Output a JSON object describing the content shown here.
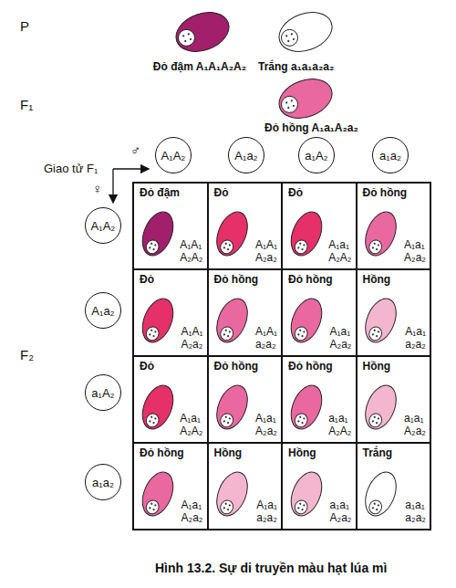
{
  "diagram": {
    "caption": "Hình 13.2. Sự di truyền màu hạt lúa mì",
    "nodes": [
      {
        "text": [
          "A₁A₂"
        ]
      },
      {
        "text": [
          "A₁a₂"
        ]
      },
      {
        "text": [
          "a₁A₂"
        ]
      },
      {
        "text": [
          "a₁a₂"
        ]
      },
      {
        "text": [
          "A₁A₂"
        ]
      },
      {
        "text": [
          "A₁a₂"
        ]
      },
      {
        "text": [
          "a₁A₂"
        ]
      },
      {
        "text": [
          "a₁a₂"
        ]
      },
      {
        "text": [
          "Đỏ đậm",
          "A₁A₁ A₂A₂"
        ]
      },
      {
        "text": [
          "Đỏ",
          "A₁A₁ A₂a₂"
        ]
      },
      {
        "text": [
          "Đỏ",
          "A₁a₁ A₂A₂"
        ]
      },
      {
        "text": [
          "Đỏ hồng",
          "A₁a₁ A₂a₂"
        ]
      },
      {
        "text": [
          "Đỏ",
          "A₁A₁ A₂a₂"
        ]
      },
      {
        "text": [
          "Đỏ hồng",
          "A₁A₁ a₂a₂"
        ]
      },
      {
        "text": [
          "Đỏ hồng",
          "A₁a₁ A₂a₂"
        ]
      },
      {
        "text": [
          "Hồng",
          "A₁a₁ a₂a₂"
        ]
      },
      {
        "text": [
          "Đỏ",
          "A₁a₁ A₂A₂"
        ]
      },
      {
        "text": [
          "Đỏ hồng",
          "A₁a₁ A₂a₂"
        ]
      },
      {
        "text": [
          "Đỏ hồng",
          "a₁a₁ A₂A₂"
        ]
      },
      {
        "text": [
          "Hồng",
          "a₁a₁ A₂a₂"
        ]
      },
      {
        "text": [
          "Đỏ hồng",
          "A₁a₁ A₂a₂"
        ]
      },
      {
        "text": [
          "Hồng",
          "A₁a₁ a₂a₂"
        ]
      },
      {
        "text": [
          "Hồng",
          "a₁a₁ A₂a₂"
        ]
      },
      {
        "text": [
          "Trắng",
          "a₁a₁ a₂a₂"
        ]
      }
    ],
    "labels": [
      "P",
      "Đỏ đậm A₁A₁A₂A₂",
      "Trắng a₁a₁a₂a₂",
      "F₁",
      "Đỏ hồng A₁a₁A₂a₂",
      "Giao tử F₁",
      "♂",
      "♀",
      "F₂"
    ]
  }
}
